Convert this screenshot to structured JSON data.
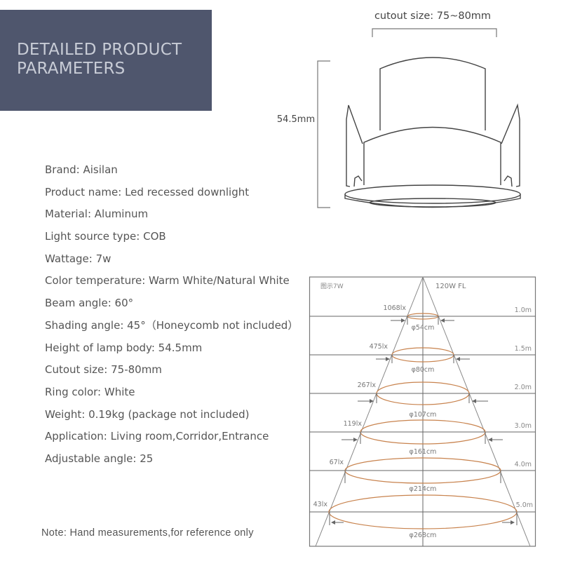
{
  "banner": {
    "title_line1": "DETAILED PRODUCT",
    "title_line2": "PARAMETERS",
    "background_color": "#4f566d"
  },
  "drawing": {
    "cutout_label": "cutout size: 75~80mm",
    "height_label": "54.5mm"
  },
  "specs": [
    {
      "label": "Brand",
      "value": "Aisilan",
      "text": "Brand: Aisilan"
    },
    {
      "label": "Product name",
      "value": "Led recessed downlight",
      "text": "Product name: Led recessed downlight"
    },
    {
      "label": "Material",
      "value": "Aluminum",
      "text": "Material: Aluminum"
    },
    {
      "label": "Light source type",
      "value": "COB",
      "text": "Light source type: COB"
    },
    {
      "label": "Wattage",
      "value": "7w",
      "text": "Wattage: 7w"
    },
    {
      "label": "Color temperature",
      "value": "Warm White/Natural White",
      "text": "Color temperature: Warm White/Natural White"
    },
    {
      "label": "Beam angle",
      "value": "60°",
      "text": "Beam angle: 60°"
    },
    {
      "label": "Shading angle",
      "value": "45°（Honeycomb not included）",
      "text": "Shading angle: 45°（Honeycomb not included）"
    },
    {
      "label": "Height of lamp body",
      "value": "54.5mm",
      "text": "Height of lamp body: 54.5mm"
    },
    {
      "label": "Cutout size",
      "value": "75-80mm",
      "text": "Cutout size: 75-80mm"
    },
    {
      "label": "Ring color",
      "value": "White",
      "text": "Ring color: White"
    },
    {
      "label": "Weight",
      "value": "0.19kg (package not included)",
      "text": "Weight: 0.19kg (package not included)"
    },
    {
      "label": "Application",
      "value": "Living room,Corridor,Entrance",
      "text": "Application: Living room,Corridor,Entrance"
    },
    {
      "label": "Adjustable angle",
      "value": "25",
      "text": "Adjustable angle: 25"
    }
  ],
  "note": "Note: Hand measurements,for reference only",
  "beam_diagram": {
    "model_label": "图示7W",
    "lamp_label": "120W  FL",
    "beam_color": "#c8834e",
    "rows": [
      {
        "distance": "1.0m",
        "lux": "1068lx",
        "diameter": "φ54cm"
      },
      {
        "distance": "1.5m",
        "lux": "475lx",
        "diameter": "φ80cm"
      },
      {
        "distance": "2.0m",
        "lux": "267lx",
        "diameter": "φ107cm"
      },
      {
        "distance": "3.0m",
        "lux": "119lx",
        "diameter": "φ161cm"
      },
      {
        "distance": "4.0m",
        "lux": "67lx",
        "diameter": "φ214cm"
      },
      {
        "distance": "5.0m",
        "lux": "43lx",
        "diameter": "φ268cm"
      }
    ]
  }
}
